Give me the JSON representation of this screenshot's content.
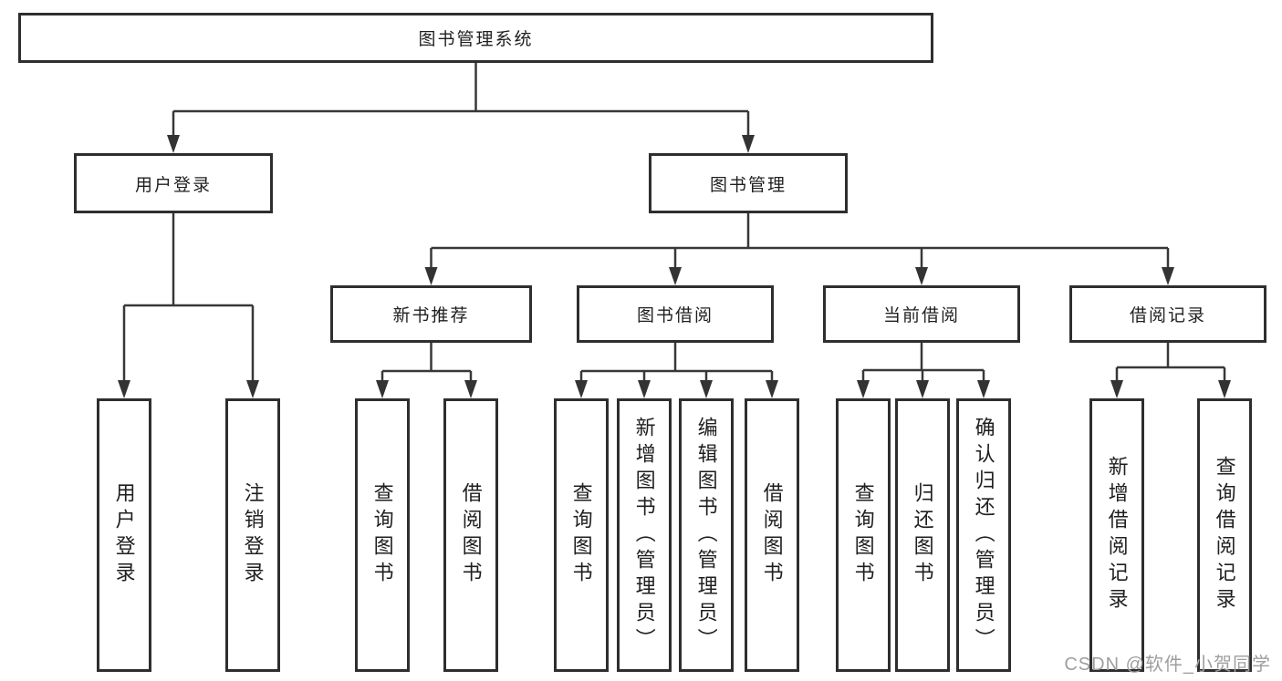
{
  "nodes": {
    "root": {
      "label": "图书管理系统",
      "children": [
        {
          "label": "用户登录",
          "children": [
            {
              "label": "用户登录"
            },
            {
              "label": "注销登录"
            }
          ]
        },
        {
          "label": "图书管理",
          "children": [
            {
              "label": "新书推荐",
              "children": [
                {
                  "label": "查询图书"
                },
                {
                  "label": "借阅图书"
                }
              ]
            },
            {
              "label": "图书借阅",
              "children": [
                {
                  "label": "查询图书"
                },
                {
                  "label": "新增图书（管理员）"
                },
                {
                  "label": "编辑图书（管理员）"
                },
                {
                  "label": "借阅图书"
                }
              ]
            },
            {
              "label": "当前借阅",
              "children": [
                {
                  "label": "查询图书"
                },
                {
                  "label": "归还图书"
                },
                {
                  "label": "确认归还（管理员）"
                }
              ]
            },
            {
              "label": "借阅记录",
              "children": [
                {
                  "label": "新增借阅记录"
                },
                {
                  "label": "查询借阅记录"
                }
              ]
            }
          ]
        }
      ]
    }
  },
  "watermark": {
    "text": "CSDN @软件_小贺同学"
  },
  "colors": {
    "line": "#383838",
    "arrow": "#333333",
    "border": "#2e2e2e",
    "text": "#1f1f1f",
    "watermark": "#9e9e9e",
    "background": "#ffffff"
  }
}
